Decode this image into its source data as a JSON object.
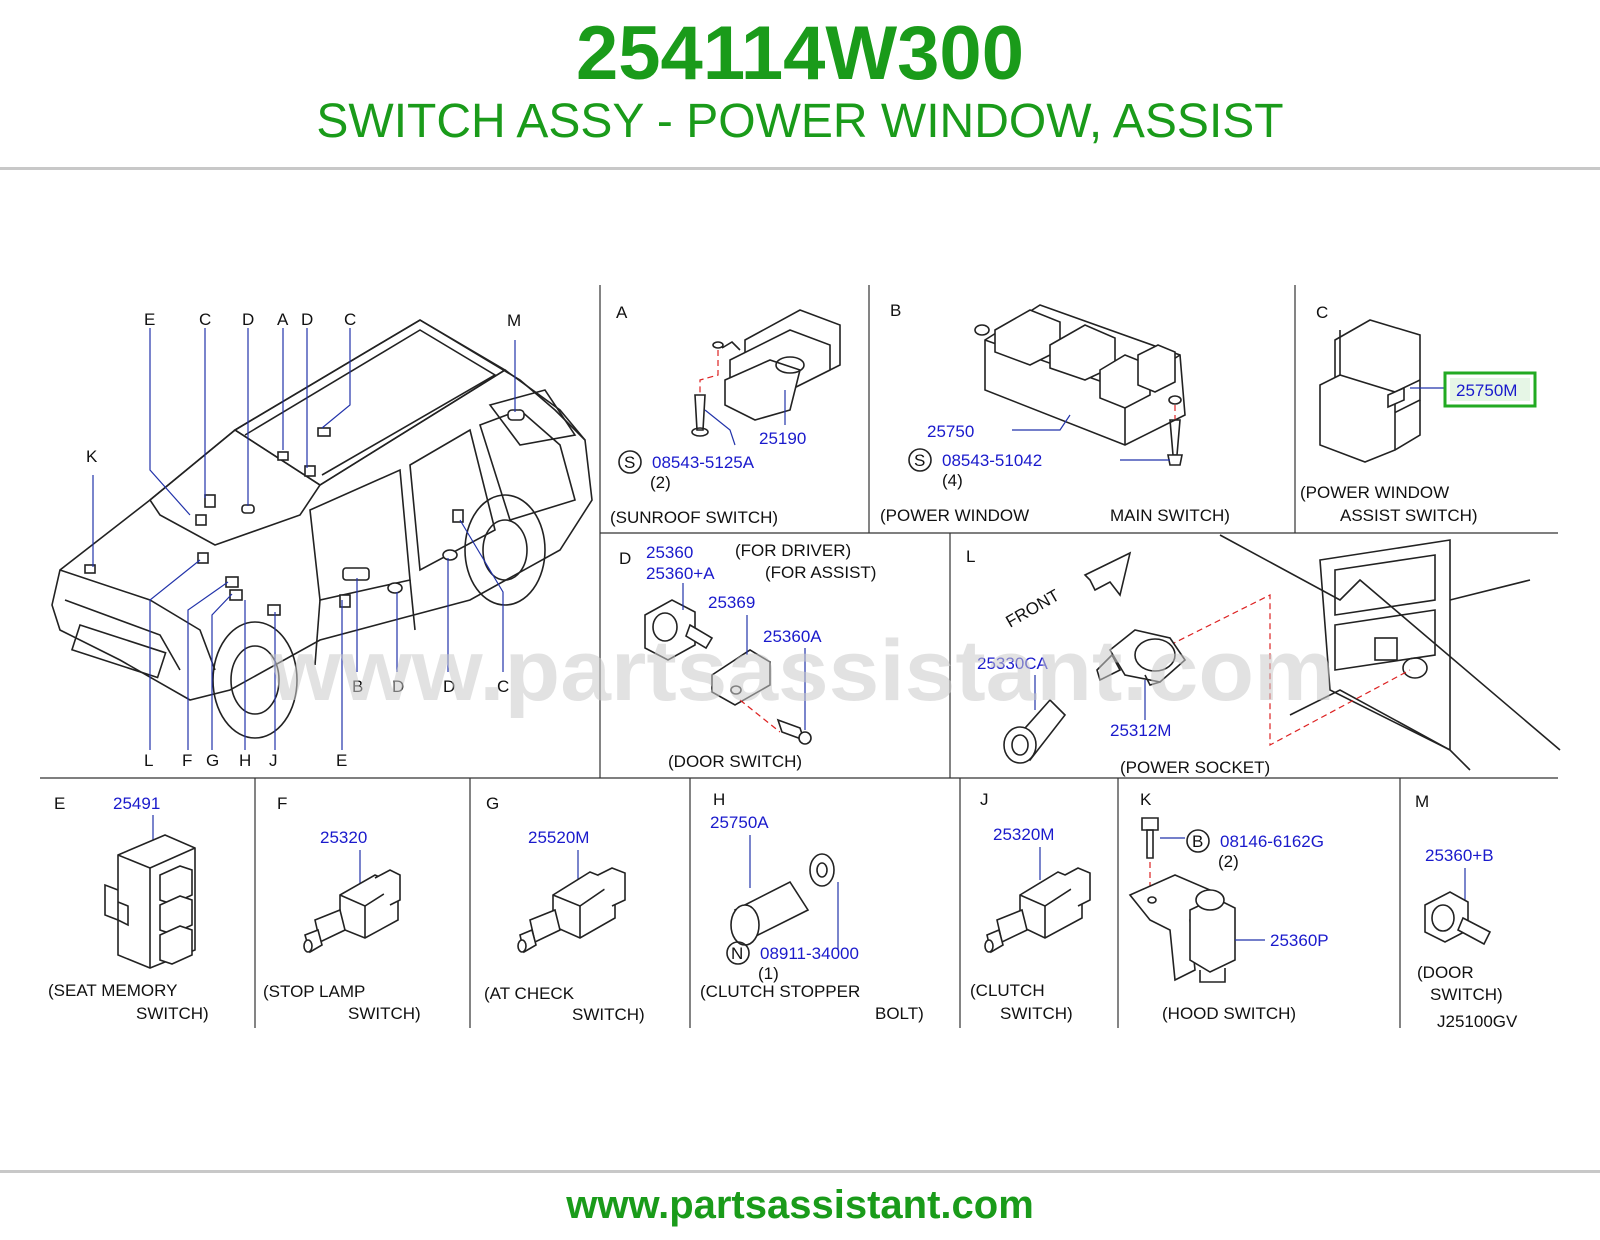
{
  "header": {
    "part_number": "254114W300",
    "part_name": "SWITCH ASSY - POWER WINDOW, ASSIST"
  },
  "footer": {
    "url": "www.partsassistant.com"
  },
  "watermark": "www.partsassistant.com",
  "colors": {
    "title": "#1a9b1a",
    "part_ref": "#1a1acc",
    "highlight": "#22aa22",
    "guide_dash": "#dd2222"
  },
  "car_view": {
    "top_letters": [
      "E",
      "C",
      "D",
      "A",
      "D",
      "C",
      "M"
    ],
    "side_letter": "K",
    "inner_letters": [
      "B",
      "D",
      "D",
      "C"
    ],
    "bottom_letters": [
      "L",
      "F",
      "G",
      "H",
      "J",
      "E"
    ]
  },
  "panels": {
    "A": {
      "letter": "A",
      "parts": [
        "25190",
        "08543-5125A"
      ],
      "qty": "(2)",
      "symbol": "S",
      "caption": "(SUNROOF  SWITCH)"
    },
    "B": {
      "letter": "B",
      "parts": [
        "25750",
        "08543-51042"
      ],
      "qty": "(4)",
      "symbol": "S",
      "caption": [
        "(POWER  WINDOW",
        "MAIN  SWITCH)"
      ]
    },
    "C": {
      "letter": "C",
      "parts": [
        "25750M"
      ],
      "caption": [
        "(POWER  WINDOW",
        "ASSIST  SWITCH)"
      ]
    },
    "D": {
      "letter": "D",
      "parts": [
        "25360",
        "25360+A",
        "25369",
        "25360A"
      ],
      "notes": [
        "(FOR  DRIVER)",
        "(FOR  ASSIST)"
      ],
      "caption": "(DOOR  SWITCH)"
    },
    "L": {
      "letter": "L",
      "parts": [
        "25330CA",
        "25312M"
      ],
      "direction": "FRONT",
      "caption": "(POWER  SOCKET)"
    },
    "E": {
      "letter": "E",
      "parts": [
        "25491"
      ],
      "caption": [
        "(SEAT  MEMORY",
        "SWITCH)"
      ]
    },
    "F": {
      "letter": "F",
      "parts": [
        "25320"
      ],
      "caption": [
        "(STOP  LAMP",
        "SWITCH)"
      ]
    },
    "G": {
      "letter": "G",
      "parts": [
        "25520M"
      ],
      "caption": [
        "(AT  CHECK",
        "SWITCH)"
      ]
    },
    "H": {
      "letter": "H",
      "parts": [
        "25750A",
        "08911-34000"
      ],
      "qty": "(1)",
      "symbol": "N",
      "caption": [
        "(CLUTCH  STOPPER",
        "BOLT)"
      ]
    },
    "J": {
      "letter": "J",
      "parts": [
        "25320M"
      ],
      "caption": [
        "(CLUTCH",
        "SWITCH)"
      ]
    },
    "K": {
      "letter": "K",
      "parts": [
        "08146-6162G",
        "25360P"
      ],
      "qty": "(2)",
      "symbol": "B",
      "caption": "(HOOD  SWITCH)"
    },
    "M": {
      "letter": "M",
      "parts": [
        "25360+B"
      ],
      "caption": [
        "(DOOR",
        "SWITCH)"
      ],
      "drawing_code": "J25100GV"
    }
  }
}
